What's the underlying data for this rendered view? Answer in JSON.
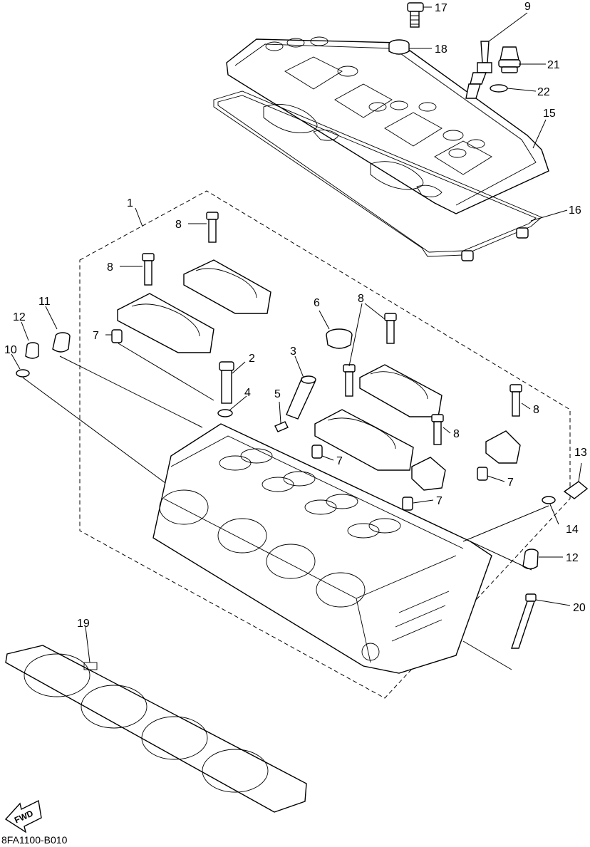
{
  "callouts": {
    "c1": "1",
    "c2": "2",
    "c3": "3",
    "c4": "4",
    "c5": "5",
    "c6": "6",
    "c7": "7",
    "c8": "8",
    "c9": "9",
    "c10": "10",
    "c11": "11",
    "c12": "12",
    "c13": "13",
    "c14": "14",
    "c15": "15",
    "c16": "16",
    "c17": "17",
    "c18": "18",
    "c19": "19",
    "c20": "20",
    "c21": "21",
    "c22": "22"
  },
  "fwd_label": "FWD",
  "diagram_code": "8FA1100-B010"
}
